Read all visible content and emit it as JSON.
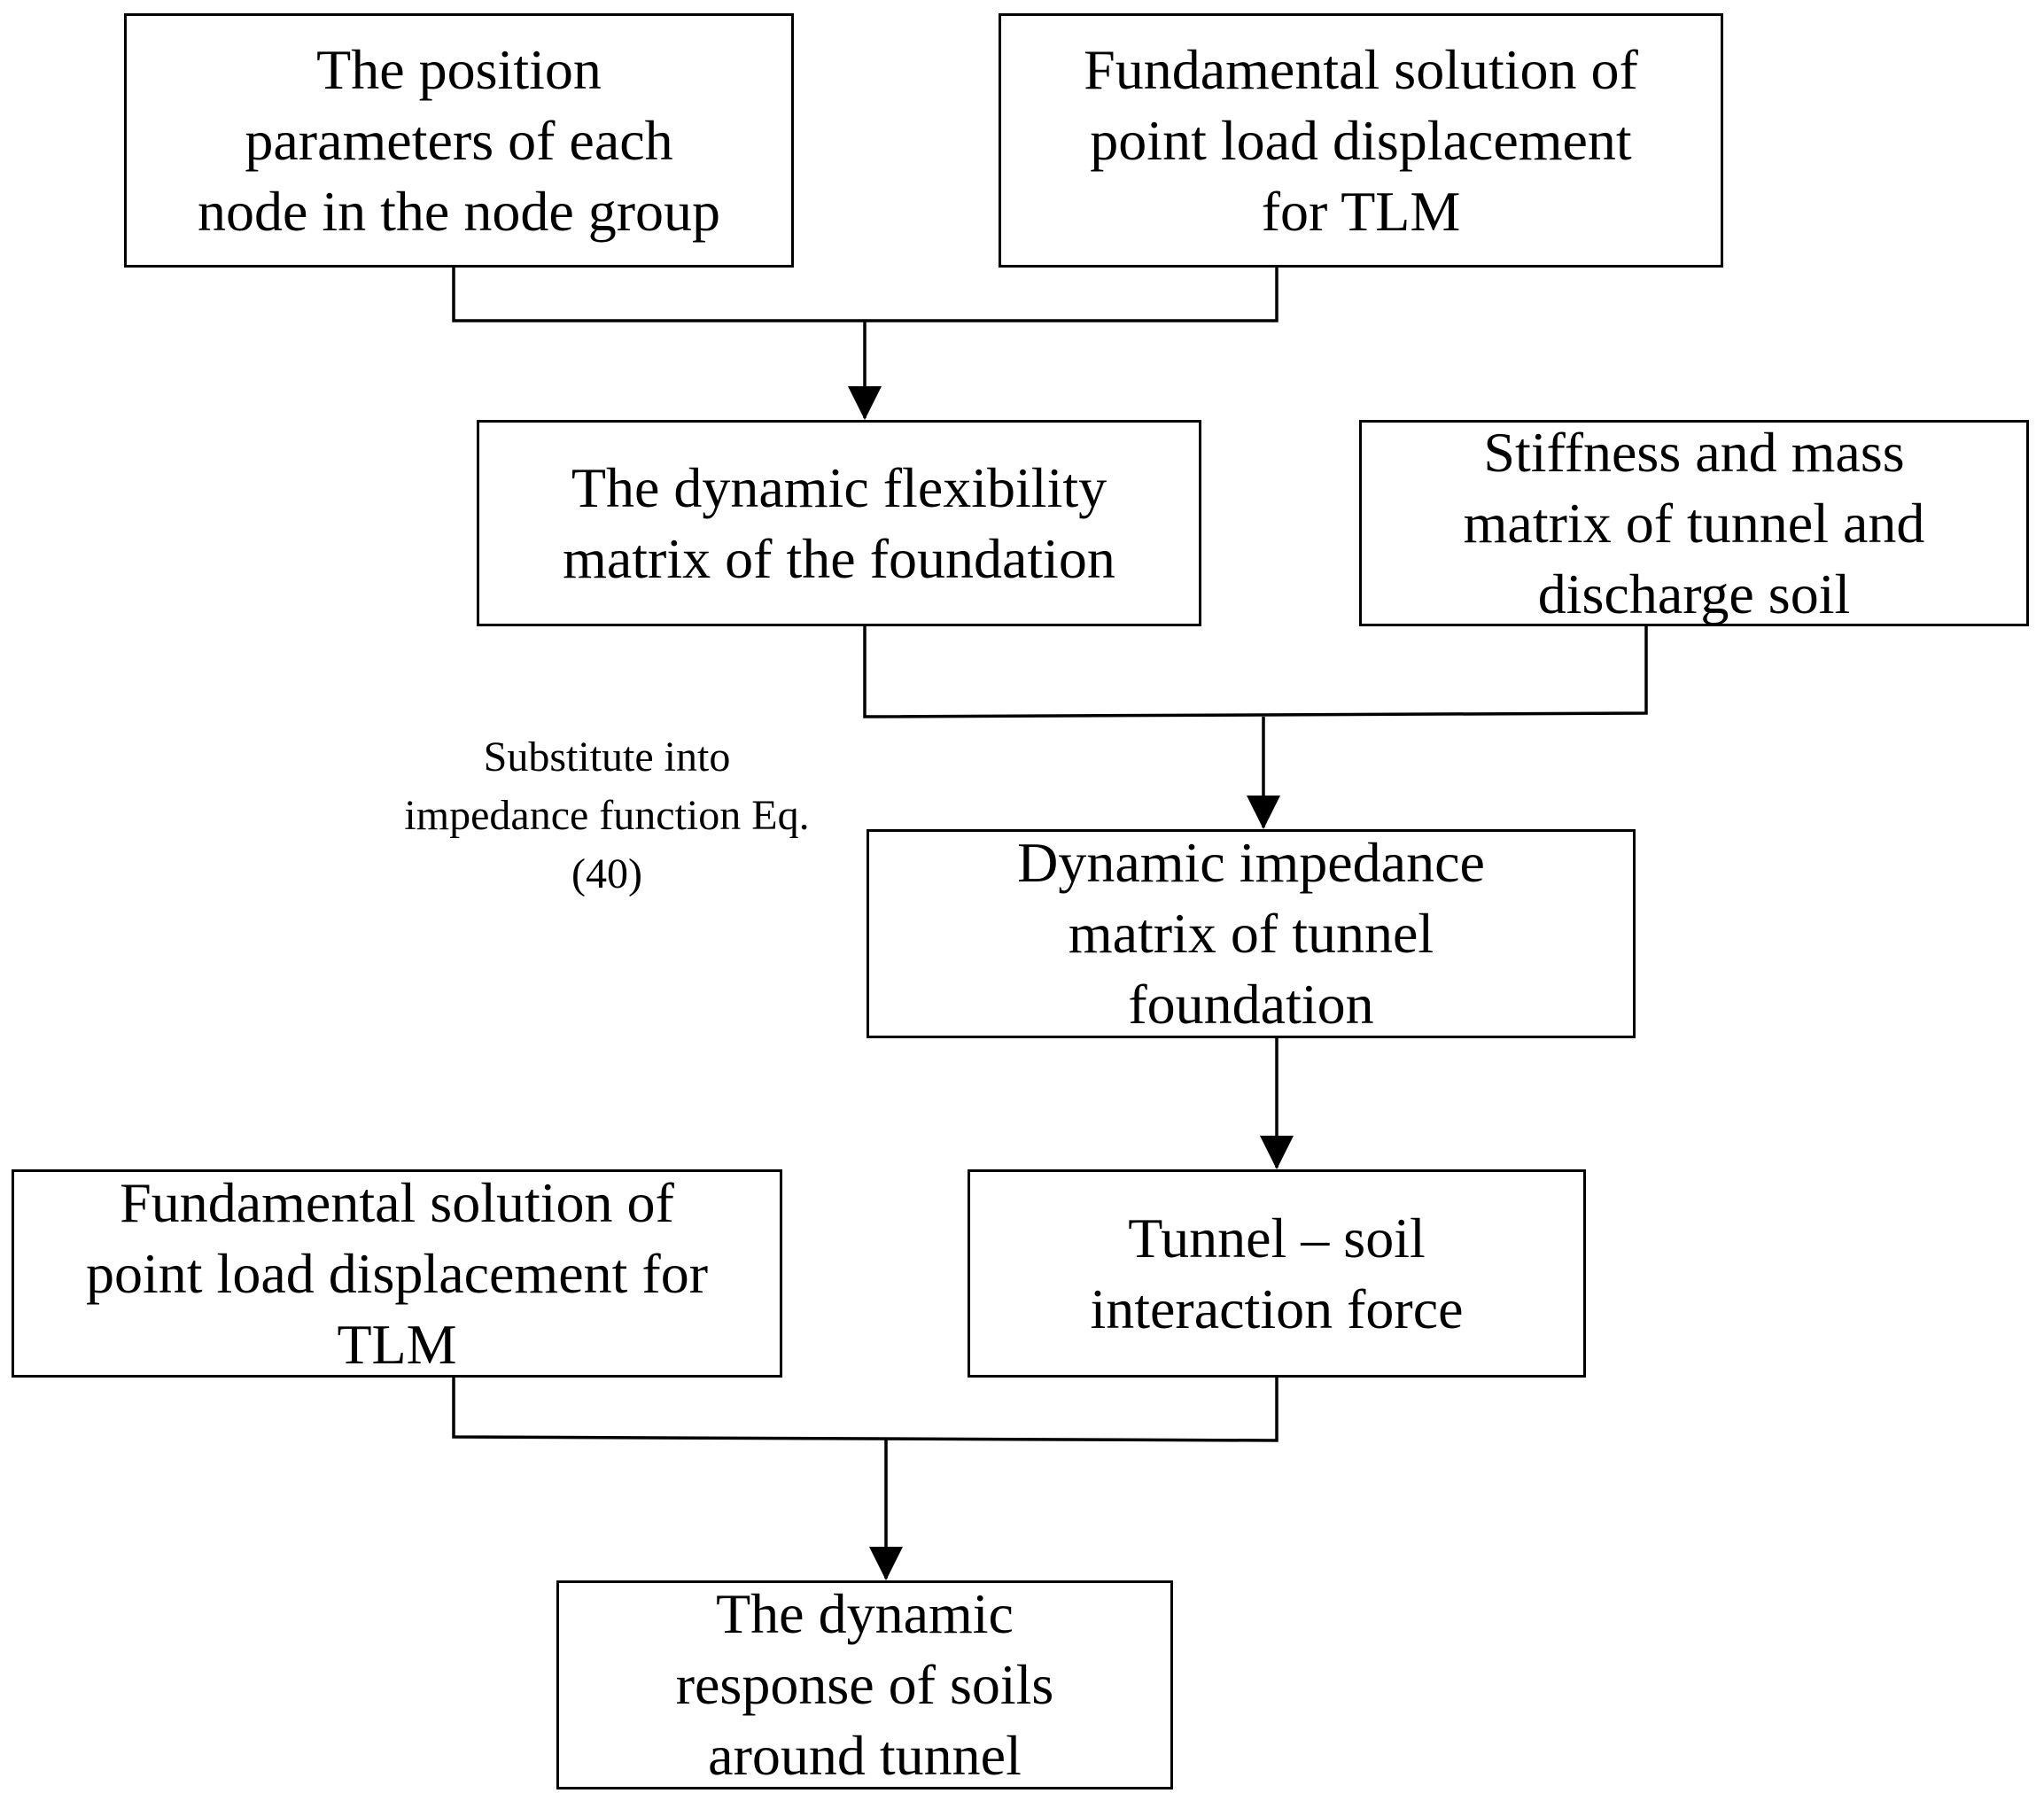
{
  "boxes": {
    "position_params": [
      "The position",
      "parameters of each",
      "node in the node group"
    ],
    "fundamental_top": [
      "Fundamental solution of",
      "point load displacement",
      "for TLM"
    ],
    "flexibility_matrix": [
      "The dynamic flexibility",
      "matrix of the foundation"
    ],
    "stiffness_mass": [
      "Stiffness and mass",
      "matrix of tunnel and",
      "discharge soil"
    ],
    "impedance_matrix": [
      "Dynamic impedance",
      "matrix of tunnel",
      "foundation"
    ],
    "fundamental_bottom": [
      "Fundamental solution of",
      "point load displacement for",
      "TLM"
    ],
    "interaction_force": [
      "Tunnel – soil",
      "interaction force"
    ],
    "dynamic_response": [
      "The dynamic",
      "response of soils",
      "around tunnel"
    ]
  },
  "note": [
    "Substitute into",
    "impedance function Eq.",
    "(40)"
  ],
  "colors": {
    "stroke": "#000000",
    "background": "#ffffff"
  }
}
